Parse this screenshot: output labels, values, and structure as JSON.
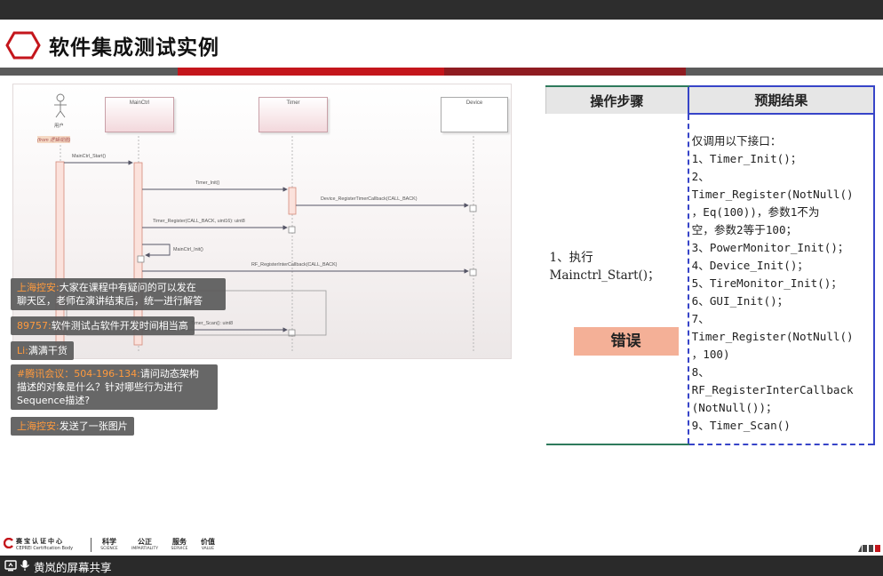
{
  "slide": {
    "title": "软件集成测试实例",
    "colors": {
      "accent_red": "#c4161c",
      "accent_dark_red": "#8f1c21",
      "stripe_gray": "#5b5b5b",
      "table_green": "#2e7a5c",
      "table_blue": "#3744c8",
      "error_fill": "#f4b097"
    }
  },
  "diagram": {
    "lifelines": [
      "MainCtrl",
      "Timer",
      "Device"
    ],
    "actor": "用户",
    "actor_note": "(from 逻辑视图)",
    "messages": [
      "MainCtrl_Start()",
      "Timer_Init()",
      "Device_RegisterTimerCallback(CALL_BACK)",
      "Timer_Register(CALL_BACK, uint16): uint8",
      "MainCtrl_Init()",
      "RF_RegisterInterCallback(CALL_BACK)",
      "Timer_Scan(): uint8"
    ]
  },
  "table": {
    "header_step": "操作步骤",
    "header_expect": "预期结果",
    "step_lines": [
      "1、执行",
      "Mainctrl_Start()；"
    ],
    "error_label": "错误",
    "expect_intro": "仅调用以下接口：",
    "expect_lines": [
      "1、Timer_Init()；",
      "2、",
      "Timer_Register(NotNull()",
      "，Eq(100))，参数1不为",
      "空，参数2等于100；",
      "3、PowerMonitor_Init()；",
      "4、Device_Init()；",
      "5、TireMonitor_Init()；",
      "6、GUI_Init()；",
      "7、",
      "Timer_Register(NotNull()",
      "，100)",
      "8、",
      "RF_RegisterInterCallback",
      "(NotNull())；",
      "9、Timer_Scan()"
    ]
  },
  "chat": [
    {
      "nick": "上海控安:",
      "text": "大家在课程中有疑问的可以发在",
      "text2": "聊天区，老师在演讲结束后，统一进行解答"
    },
    {
      "nick": "89757:",
      "text": "软件测试占软件开发时间相当高"
    },
    {
      "nick": "Li:",
      "text": "满满干货"
    },
    {
      "nick": "#腾讯会议：504-196-134:",
      "text": "请问动态架构",
      "text2": "描述的对象是什么？针对哪些行为进行",
      "text3": "Sequence描述?"
    },
    {
      "nick": "上海控安:",
      "text": "发送了一张图片"
    }
  ],
  "footer": {
    "org_cn": "赛宝认证中心",
    "org_en": "CEPREI Certification Body",
    "values": [
      {
        "cn": "科学",
        "en": "SCIENCE"
      },
      {
        "cn": "公正",
        "en": "IMPARTIALITY"
      },
      {
        "cn": "服务",
        "en": "SERVICE"
      },
      {
        "cn": "价值",
        "en": "VALUE"
      }
    ]
  },
  "screen_share": {
    "label": "黄岚的屏幕共享",
    "icons": [
      "screen-share-icon",
      "microphone-icon"
    ]
  }
}
